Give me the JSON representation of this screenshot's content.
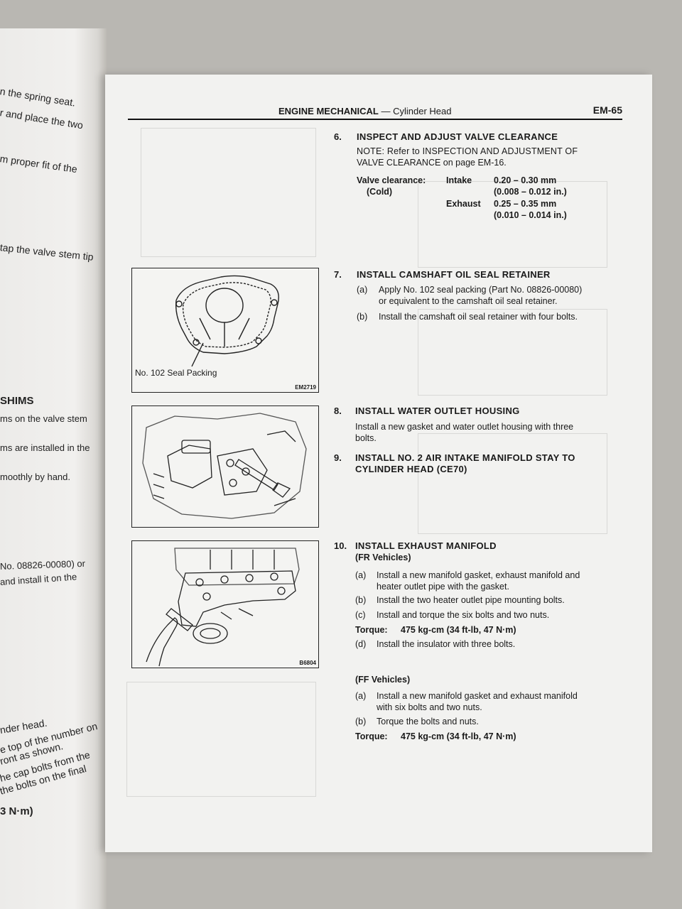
{
  "left_page": {
    "fragments": [
      "n the spring seat.",
      "r and place the two",
      "m proper fit of the",
      "tap the valve stem tip",
      "SHIMS",
      "ms on the valve stem",
      "ms are installed in the",
      "moothly by hand.",
      "No. 08826-00080) or",
      "and install it on the",
      "nder head.",
      "e top of the number on",
      "ront as shown.",
      "he cap bolts from the",
      "the bolts on the final",
      "3 N·m)"
    ]
  },
  "header": {
    "section": "ENGINE MECHANICAL",
    "separator": "—",
    "subsection": "Cylinder Head",
    "page_number": "EM-65"
  },
  "steps": {
    "s6": {
      "num": "6.",
      "title": "INSPECT AND ADJUST VALVE CLEARANCE",
      "note_line1": "NOTE:  Refer to INSPECTION AND ADJUSTMENT OF",
      "note_line2": "VALVE CLEARANCE on page EM-16.",
      "spec_label": "Valve clearance:",
      "spec_cond": "(Cold)",
      "intake_label": "Intake",
      "intake_mm": "0.20 – 0.30 mm",
      "intake_in": "(0.008 – 0.012 in.)",
      "exhaust_label": "Exhaust",
      "exhaust_mm": "0.25 – 0.35 mm",
      "exhaust_in": "(0.010 – 0.014 in.)"
    },
    "s7": {
      "num": "7.",
      "title": "INSTALL CAMSHAFT OIL SEAL RETAINER",
      "a_mark": "(a)",
      "a_line1": "Apply No. 102 seal packing (Part No. 08826-00080)",
      "a_line2": "or equivalent to the camshaft oil seal retainer.",
      "b_mark": "(b)",
      "b_line1": "Install the camshaft oil seal retainer with four bolts."
    },
    "s8": {
      "num": "8.",
      "title": "INSTALL WATER OUTLET HOUSING",
      "line1": "Install a new gasket and water outlet housing with three",
      "line2": "bolts."
    },
    "s9": {
      "num": "9.",
      "title_line1": "INSTALL NO. 2 AIR INTAKE MANIFOLD STAY TO",
      "title_line2": "CYLINDER HEAD (CE70)"
    },
    "s10": {
      "num": "10.",
      "title": "INSTALL EXHAUST MANIFOLD",
      "fr_heading": "(FR Vehicles)",
      "fr_a_mark": "(a)",
      "fr_a_line1": "Install a new manifold gasket, exhaust manifold and",
      "fr_a_line2": "heater outlet pipe with the gasket.",
      "fr_b_mark": "(b)",
      "fr_b_line1": "Install the two heater outlet pipe mounting bolts.",
      "fr_c_mark": "(c)",
      "fr_c_line1": "Install and torque the six bolts and two nuts.",
      "fr_torque_label": "Torque:",
      "fr_torque_value": "475 kg-cm (34 ft-lb, 47 N·m)",
      "fr_d_mark": "(d)",
      "fr_d_line1": "Install the insulator with three bolts.",
      "ff_heading": "(FF Vehicles)",
      "ff_a_mark": "(a)",
      "ff_a_line1": "Install a new manifold gasket and exhaust manifold",
      "ff_a_line2": "with six bolts and two nuts.",
      "ff_b_mark": "(b)",
      "ff_b_line1": "Torque the bolts and nuts.",
      "ff_torque_label": "Torque:",
      "ff_torque_value": "475 kg-cm (34 ft-lb, 47 N·m)"
    }
  },
  "figures": {
    "fig1": {
      "label": "No. 102 Seal Packing",
      "code": "EM2719"
    },
    "fig2": {
      "code": ""
    },
    "fig3": {
      "code": "B6804"
    }
  }
}
